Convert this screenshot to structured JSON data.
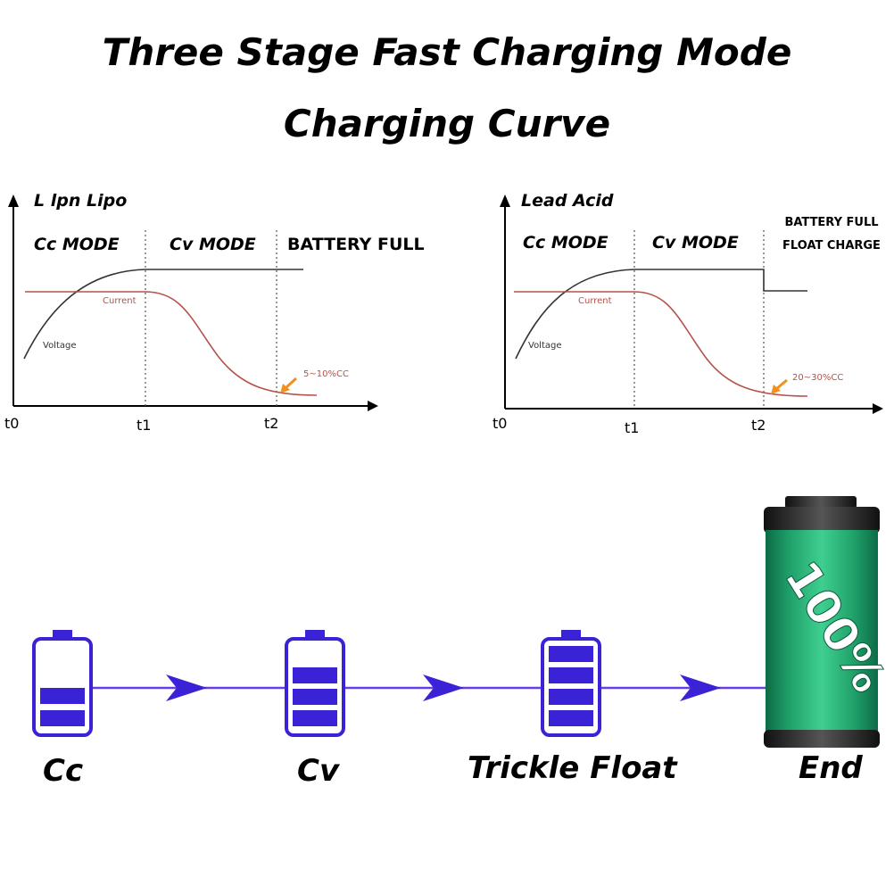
{
  "header": {
    "title_line1": "Three Stage Fast Charging Mode",
    "title_line2": "Charging Curve"
  },
  "charts": [
    {
      "name": "L lpn Lipo",
      "modes": [
        "Cc MODE",
        "Cv MODE",
        "BATTERY FULL"
      ],
      "final_mode_lines": [
        "BATTERY FULL"
      ],
      "curve_labels": {
        "current": "Current",
        "voltage": "Voltage"
      },
      "annotation": "5~10%CC",
      "time_labels": [
        "t0",
        "t1",
        "t2"
      ]
    },
    {
      "name": "Lead Acid",
      "modes": [
        "Cc MODE",
        "Cv MODE",
        "BATTERY FULL FLOAT CHARGE"
      ],
      "final_mode_lines": [
        "BATTERY FULL",
        "FLOAT CHARGE"
      ],
      "curve_labels": {
        "current": "Current",
        "voltage": "Voltage"
      },
      "annotation": "20~30%CC",
      "time_labels": [
        "t0",
        "t1",
        "t2"
      ]
    }
  ],
  "stages": [
    {
      "label": "Cc",
      "filled_bars": 2,
      "total_bars": 4
    },
    {
      "label": "Cv",
      "filled_bars": 3,
      "total_bars": 4
    },
    {
      "label": "Trickle Float",
      "filled_bars": 4,
      "total_bars": 4
    },
    {
      "label": "End",
      "percent_text": "100%"
    }
  ],
  "colors": {
    "axis": "#000000",
    "voltage_curve": "#333333",
    "current_curve": "#b5524a",
    "annotation_arrow": "#f0901e",
    "battery_icon": "#3a22d6",
    "flow_line": "#6a3ee6",
    "big_battery_green": "#1fa86a",
    "big_battery_cap": "#202020"
  }
}
